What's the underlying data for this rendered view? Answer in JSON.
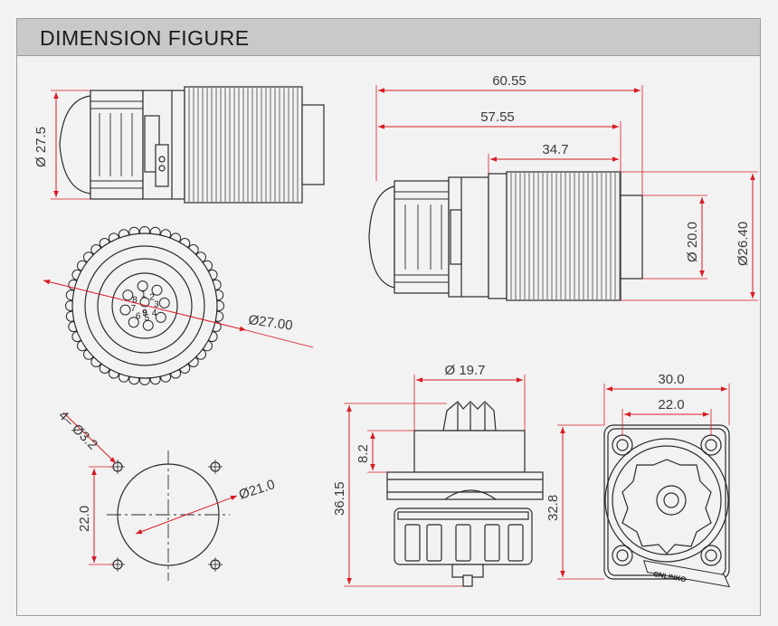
{
  "header": {
    "title": "DIMENSION FIGURE"
  },
  "dimensions": {
    "plug_diameter": "Ø 27.5",
    "length_overall": "60.55",
    "length_body": "57.55",
    "length_nut": "34.7",
    "inner_diameter": "Ø 20.0",
    "outer_diameter": "Ø26.40",
    "face_diameter": "Ø27.00",
    "hole_spec": "4– Ø3.2",
    "cutout_diameter": "Ø21.0",
    "hole_spacing": "22.0",
    "receptacle_diameter": "Ø 19.7",
    "receptacle_height": "36.15",
    "receptacle_thread": "8.2",
    "flange_width": "30.0",
    "flange_hole_spacing": "22.0",
    "flange_height": "32.8"
  },
  "pins": {
    "numbers": [
      "1",
      "2",
      "3",
      "4",
      "5",
      "6",
      "7",
      "8",
      "9"
    ]
  },
  "logo": {
    "text": "CNLINKO"
  },
  "colors": {
    "line": "#2a2a2a",
    "dim_line": "#d81b23",
    "fill": "#f2f2f2"
  }
}
